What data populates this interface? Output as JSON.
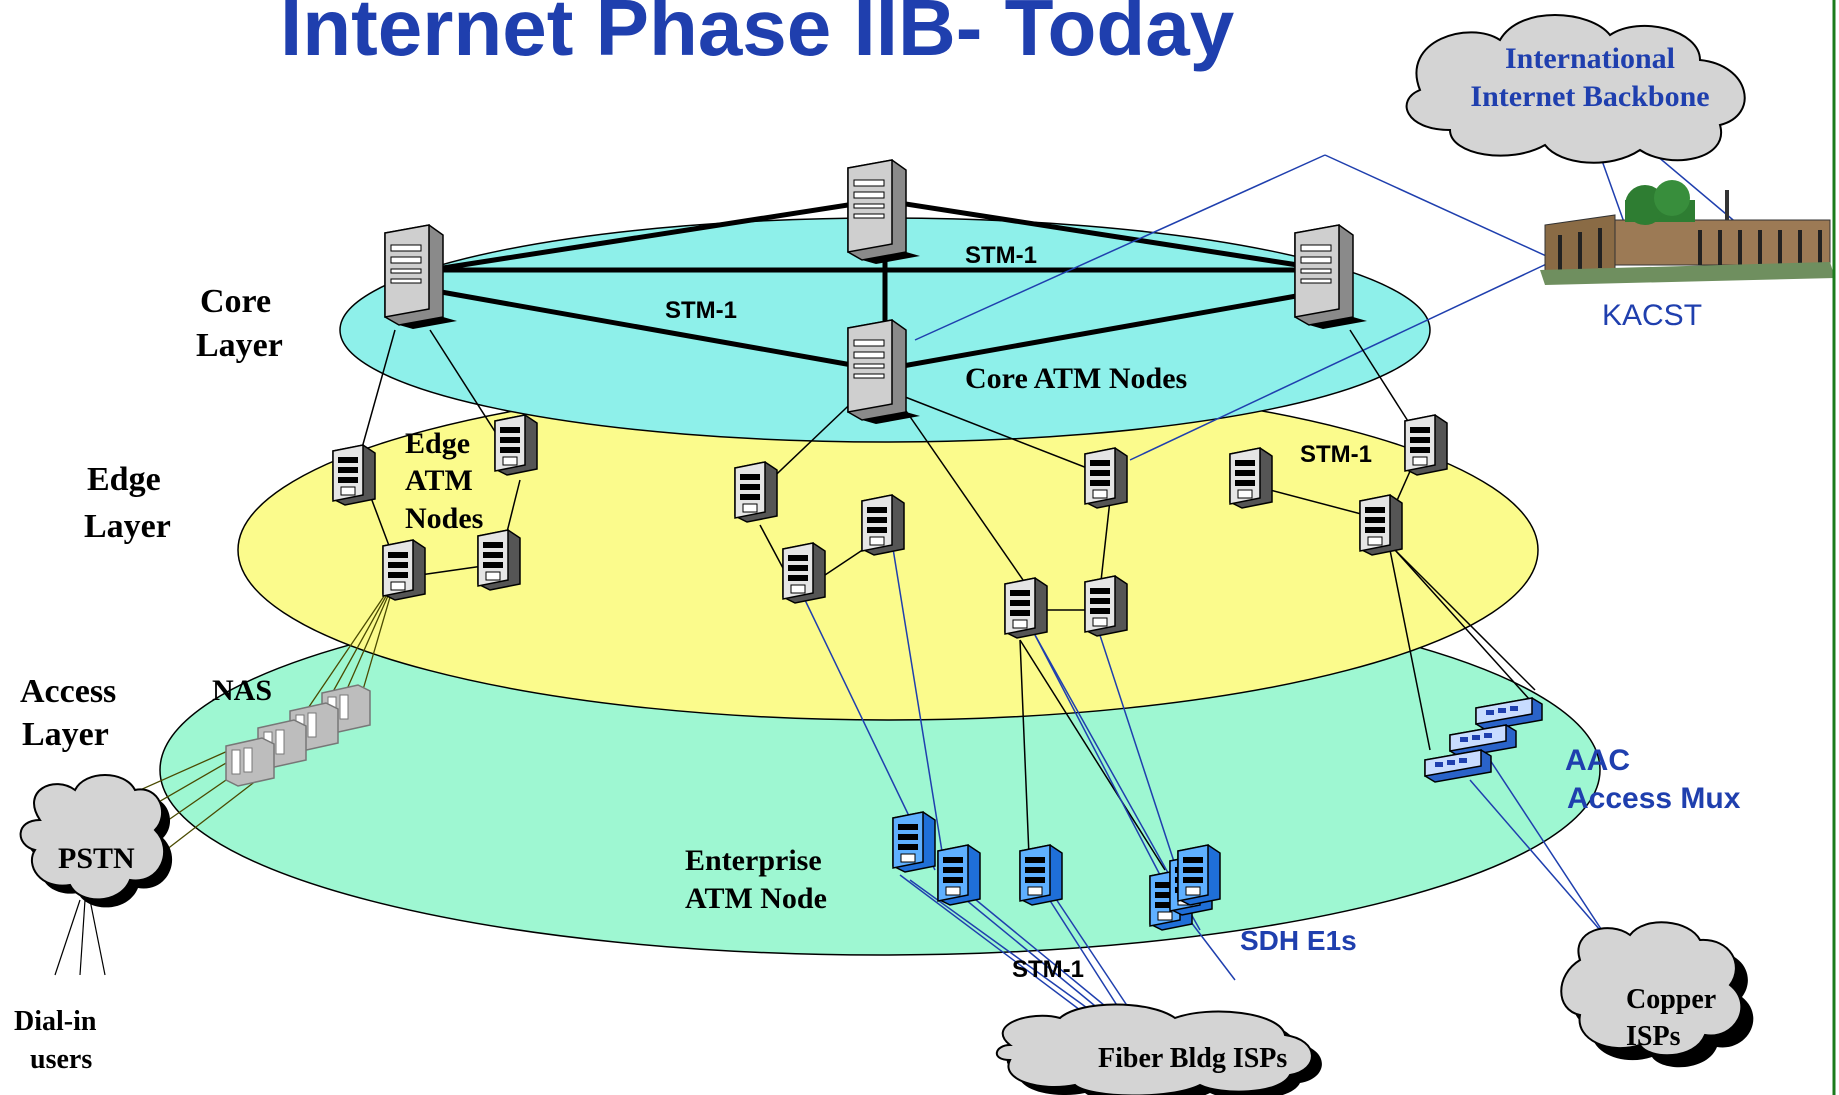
{
  "title": "Internet Phase IIB- Today",
  "layers": {
    "core": [
      "Core",
      "Layer"
    ],
    "edge": [
      "Edge",
      "Layer"
    ],
    "access": [
      "Access",
      "Layer"
    ]
  },
  "labels": {
    "intl_backbone": [
      "International",
      "Internet Backbone"
    ],
    "kacst": "KACST",
    "stm1": "STM-1",
    "core_atm_nodes": "Core ATM Nodes",
    "edge_atm_nodes": [
      "Edge",
      "ATM",
      "Nodes"
    ],
    "nas": "NAS",
    "pstn": "PSTN",
    "dialin": [
      "Dial-in",
      "users"
    ],
    "enterprise": [
      "Enterprise",
      "ATM Node"
    ],
    "sdh_e1s": "SDH E1s",
    "aac": [
      "AAC",
      "Access Mux"
    ],
    "fiber_isps": "Fiber Bldg ISPs",
    "copper_isps": [
      "Copper",
      "ISPs"
    ]
  },
  "colors": {
    "title": "#1f3fae",
    "core_layer": "#8ef0ea",
    "edge_layer": "#fbfb8c",
    "access_layer": "#9ef7d2",
    "link_blue": "#1f3fae",
    "enterprise_node": "#55aaff"
  }
}
